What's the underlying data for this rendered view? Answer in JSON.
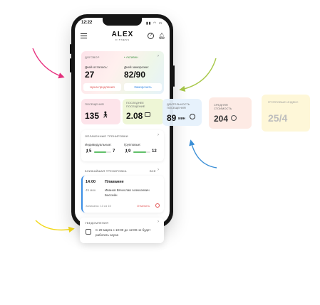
{
  "status": {
    "time": "12:22",
    "icons": "▮▮ ◠ ▭"
  },
  "header": {
    "logo": "ALEX",
    "logo_sub": "FITNESS"
  },
  "contract": {
    "title": "ДОГОВОР",
    "status": "• Активен",
    "days_left_label": "Дней осталось:",
    "days_left_value": "27",
    "days_frozen_label": "Дней заморозки:",
    "days_frozen_value": "82/90",
    "extend_button": "Цена продления",
    "freeze_button": "Заморозить"
  },
  "stats": {
    "visits_label": "ПОСЕЩЕНИЯ",
    "visits_value": "135",
    "last_visit_label": "ПОСЛЕДНЕЕ ПОСЕЩЕНИЕ",
    "last_visit_value": "2.08",
    "duration_label": "ДЛИТЕЛЬНОСТЬ ПОСЕЩЕНИЯ",
    "duration_value": "89",
    "duration_unit": "мин",
    "avg_cost_label": "СРЕДНЯЯ СТОИМОСТЬ",
    "avg_cost_value": "204",
    "group_index_label": "ГРУППОВЫЕ ИНДЕКС",
    "group_index_value": "25/4"
  },
  "paid": {
    "title": "ОПЛАЧЕННЫЕ ТРЕНИРОВКИ",
    "individual_label": "Индивидуальные:",
    "individual_used": "5",
    "individual_total": "7",
    "individual_fill": 0.72,
    "group_label": "Групповые:",
    "group_used": "9",
    "group_total": "12",
    "group_fill": 0.75
  },
  "next": {
    "title": "БЛИЖАЙШАЯ ТРЕНИРОВКА",
    "all_link": "ВСЕ",
    "time": "14:00",
    "name": "Плавание",
    "duration": "45 мин",
    "trainer": "Иванов Вячеслав Алексеевич",
    "place": "Бассейн",
    "booked": "Записаны: 13 из 15",
    "cancel": "Отменить"
  },
  "notices": {
    "title": "УВЕДОМЛЕНИЯ",
    "text_1": "С 29 марта с 10:00 до 12:00 не будет",
    "text_2": "работать сауна"
  },
  "colors": {
    "arrow_pink": "#e8317f",
    "arrow_green": "#a8c84a",
    "arrow_blue": "#3b8fd6",
    "arrow_yellow": "#f2d81a",
    "accent_blue": "#3a8ee6",
    "accent_red": "#e25656"
  },
  "icons": [
    "menu-icon",
    "help-icon",
    "bell-icon",
    "person-icon",
    "ticket-icon",
    "clock-icon",
    "cash-icon",
    "notification-icon"
  ]
}
